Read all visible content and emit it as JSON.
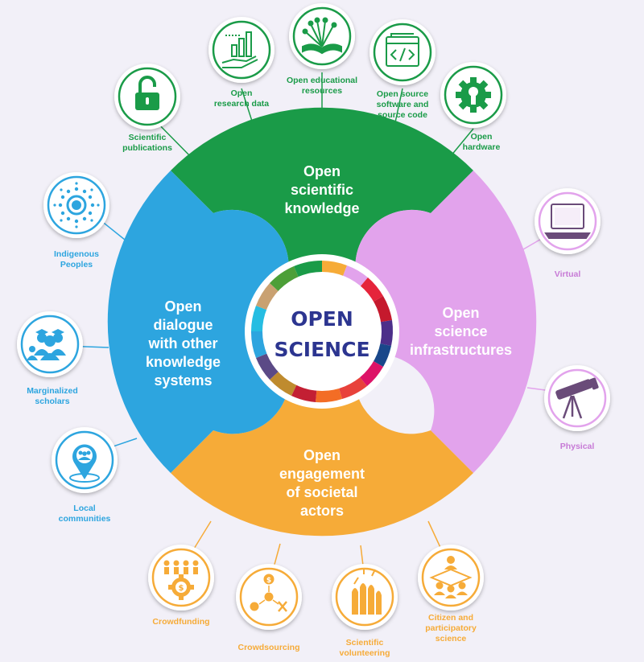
{
  "center": {
    "title": "OPEN\nSCIENCE"
  },
  "colors": {
    "green": "#1a9b48",
    "blue": "#2da5df",
    "pink": "#e2a3ec",
    "orange": "#f6ab38",
    "navy": "#2c3590",
    "pink_text": "#c77ad6",
    "background": "#f2f0f8"
  },
  "quadrants": {
    "knowledge": {
      "label": "Open\nscientific\nknowledge"
    },
    "infrastructures": {
      "label": "Open\nscience\ninfrastructures"
    },
    "engagement": {
      "label": "Open\nengagement\nof societal\nactors"
    },
    "dialogue": {
      "label": "Open\ndialogue\nwith other\nknowledge\nsystems"
    }
  },
  "nodes": {
    "scientific_publications": {
      "label": "Scientific\npublications",
      "icon": "open-padlock-icon"
    },
    "open_research_data": {
      "label": "Open\nresearch data",
      "icon": "bar-chart-hand-icon"
    },
    "open_educational_resources": {
      "label": "Open educational\nresources",
      "icon": "open-book-icon"
    },
    "open_source_software": {
      "label": "Open source\nsoftware and\nsource code",
      "icon": "code-window-icon"
    },
    "open_hardware": {
      "label": "Open\nhardware",
      "icon": "gear-icon"
    },
    "indigenous_peoples": {
      "label": "Indigenous\nPeoples",
      "icon": "dot-circle-pattern-icon"
    },
    "marginalized_scholars": {
      "label": "Marginalized\nscholars",
      "icon": "graduates-group-icon"
    },
    "local_communities": {
      "label": "Local\ncommunities",
      "icon": "location-pin-people-icon"
    },
    "virtual": {
      "label": "Virtual",
      "icon": "laptop-icon"
    },
    "physical": {
      "label": "Physical",
      "icon": "telescope-icon"
    },
    "crowdfunding": {
      "label": "Crowdfunding",
      "icon": "dollar-gear-people-icon"
    },
    "crowdsourcing": {
      "label": "Crowdsourcing",
      "icon": "dollar-idea-tools-icon"
    },
    "scientific_volunteering": {
      "label": "Scientific\nvolunteering",
      "icon": "raised-hands-icon"
    },
    "citizen_science": {
      "label": "Citizen and\nparticipatory\nscience",
      "icon": "people-meeting-icon"
    }
  }
}
